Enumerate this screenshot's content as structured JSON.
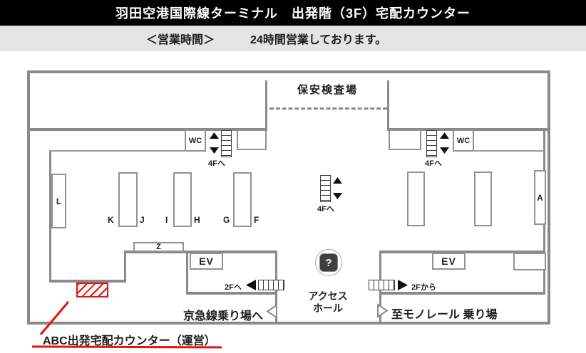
{
  "header": {
    "title": "羽田空港国際線ターミナル　出発階（3F）宅配カウンター"
  },
  "hours": {
    "label": "＜営業時間＞",
    "text": "24時間営業しております。"
  },
  "map": {
    "security_area": "保安検査場",
    "wc": "WC",
    "ev": "EV",
    "to_4f": "4Fへ",
    "to_2f": "2Fへ",
    "from_2f": "2Fから",
    "access_hall": {
      "line1": "アクセス",
      "line2": "ホール"
    },
    "info_mark": "?",
    "keikyu_exit": "京急線乗り場へ",
    "monorail_exit": "至モノレール 乗り場",
    "z": "Z",
    "counters": [
      "L",
      "K",
      "J",
      "I",
      "H",
      "G",
      "F",
      "A"
    ],
    "annotation": "ABC出発宅配カウンター（運営）",
    "colors": {
      "wall": "#8a8a8a",
      "highlight": "#e8110c",
      "info_tile": "#3f3f3f"
    }
  }
}
